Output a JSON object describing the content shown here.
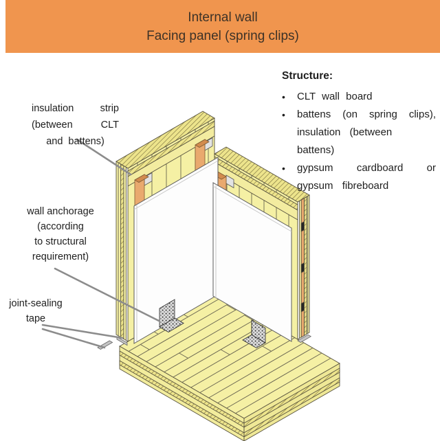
{
  "header": {
    "title_line1": "Internal wall",
    "title_line2": "Facing panel (spring clips)",
    "bg_color": "#F0954E"
  },
  "structure_list": {
    "heading": "Structure:",
    "bullet_char": "•",
    "items": [
      {
        "lines": [
          "CLT wall board"
        ]
      },
      {
        "lines": [
          "battens (on spring clips),",
          "insulation (between",
          "battens)"
        ]
      },
      {
        "lines": [
          "gypsum cardboard or",
          "gypsum fibreboard"
        ]
      }
    ]
  },
  "annotations": [
    {
      "id": "insulation-strip",
      "lines": [
        "insulation strip",
        "(between CLT",
        "and battens)"
      ]
    },
    {
      "id": "wall-anchorage",
      "lines": [
        "wall anchorage",
        "(according",
        "to structural",
        "requirement)"
      ]
    },
    {
      "id": "joint-sealing-tape",
      "lines": [
        "joint-sealing",
        "tape"
      ]
    }
  ],
  "diagram": {
    "type": "isometric-construction-detail",
    "depicts": "CLT internal wall corner with battens on spring clips, gypsum facing panels, wall anchors and joint-sealing tape on a CLT floor slab",
    "colors": {
      "wood_light": "#F5F0A4",
      "wood_edge": "#EDE48C",
      "batten_orange": "#E9A96E",
      "batten_orange_dark": "#D28B4E",
      "panel_white": "#FDFDFD",
      "metal_gray": "#DCDCDC",
      "leader_gray": "#8C8C8C",
      "outline": "#55503E"
    }
  }
}
